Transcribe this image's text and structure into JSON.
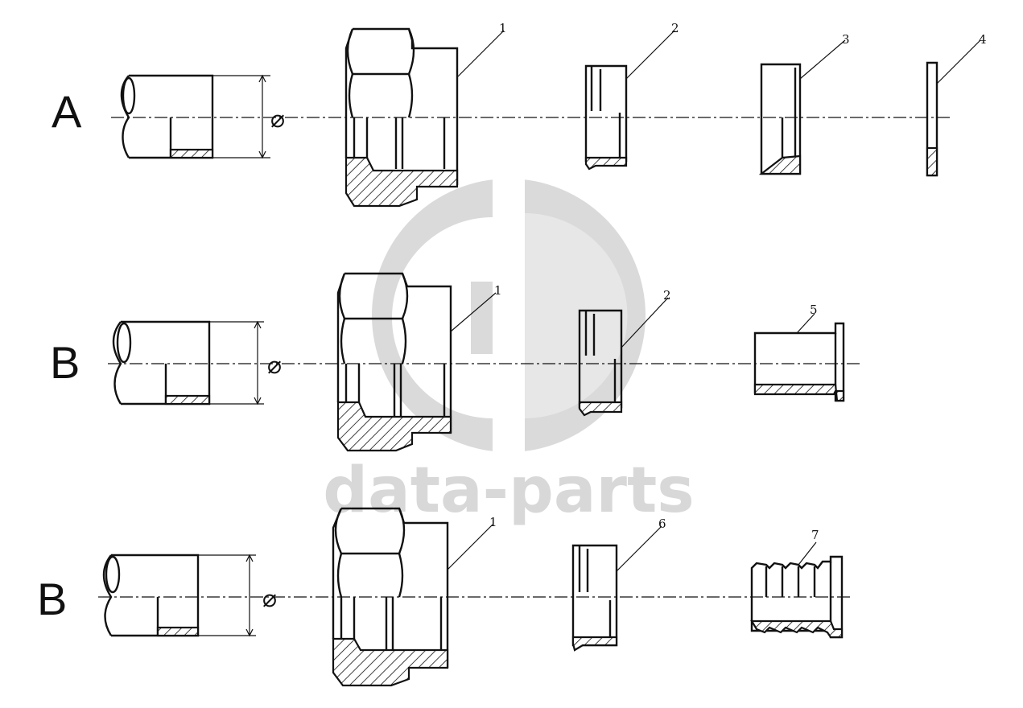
{
  "watermark": {
    "text": "data-parts",
    "color": "#d9d9d9"
  },
  "diameter_symbol": "⌀",
  "rows": [
    {
      "letter": "A",
      "callouts": [
        "1",
        "2",
        "3",
        "4"
      ]
    },
    {
      "letter": "B",
      "callouts": [
        "1",
        "2",
        "5"
      ]
    },
    {
      "letter": "B",
      "callouts": [
        "1",
        "6",
        "7"
      ]
    }
  ]
}
